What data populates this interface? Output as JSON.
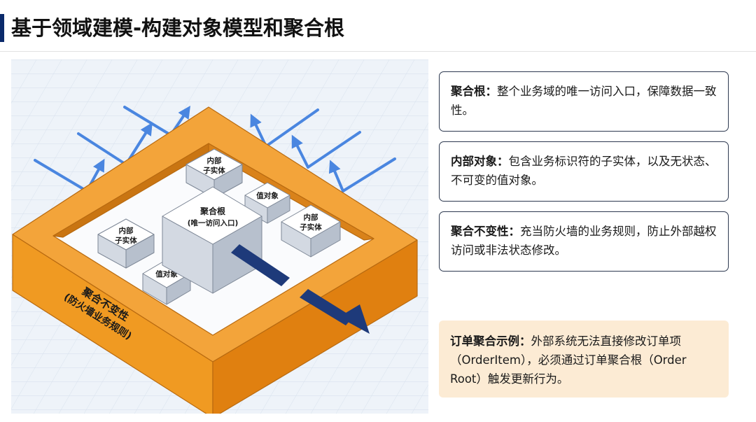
{
  "header": {
    "title": "基于领域建模-构建对象模型和聚合根"
  },
  "diagram": {
    "box_labels": {
      "entity_left": [
        "内部",
        "子实体"
      ],
      "entity_top": [
        "内部",
        "子实体"
      ],
      "value_top": "值对象",
      "entity_right": [
        "内部",
        "子实体"
      ],
      "root": [
        "聚合根",
        "(唯一访问入口)"
      ],
      "value_bottom": "值对象"
    },
    "wall_label": [
      "聚合不变性",
      "(防火墙业务规则)"
    ]
  },
  "cards": [
    {
      "heading": "聚合根：",
      "body": "整个业务域的唯一访问入口，保障数据一致性。"
    },
    {
      "heading": "内部对象：",
      "body": "包含业务标识符的子实体，以及无状态、不可变的值对象。"
    },
    {
      "heading": "聚合不变性：",
      "body": "充当防火墙的业务规则，防止外部越权访问或非法状态修改。"
    }
  ],
  "example": {
    "heading": "订单聚合示例：",
    "body": "外部系统无法直接修改订单项（OrderItem），必须通过订单聚合根（Order Root）触发更新行为。"
  },
  "colors": {
    "wall_top": "#f3a43a",
    "wall_front": "#f09a22",
    "wall_side": "#e08010",
    "blue_arrow": "#4a86e0",
    "navy_arrow": "#1e3a7a",
    "accent": "#0b2a6b",
    "example_bg": "#fcebd4"
  }
}
